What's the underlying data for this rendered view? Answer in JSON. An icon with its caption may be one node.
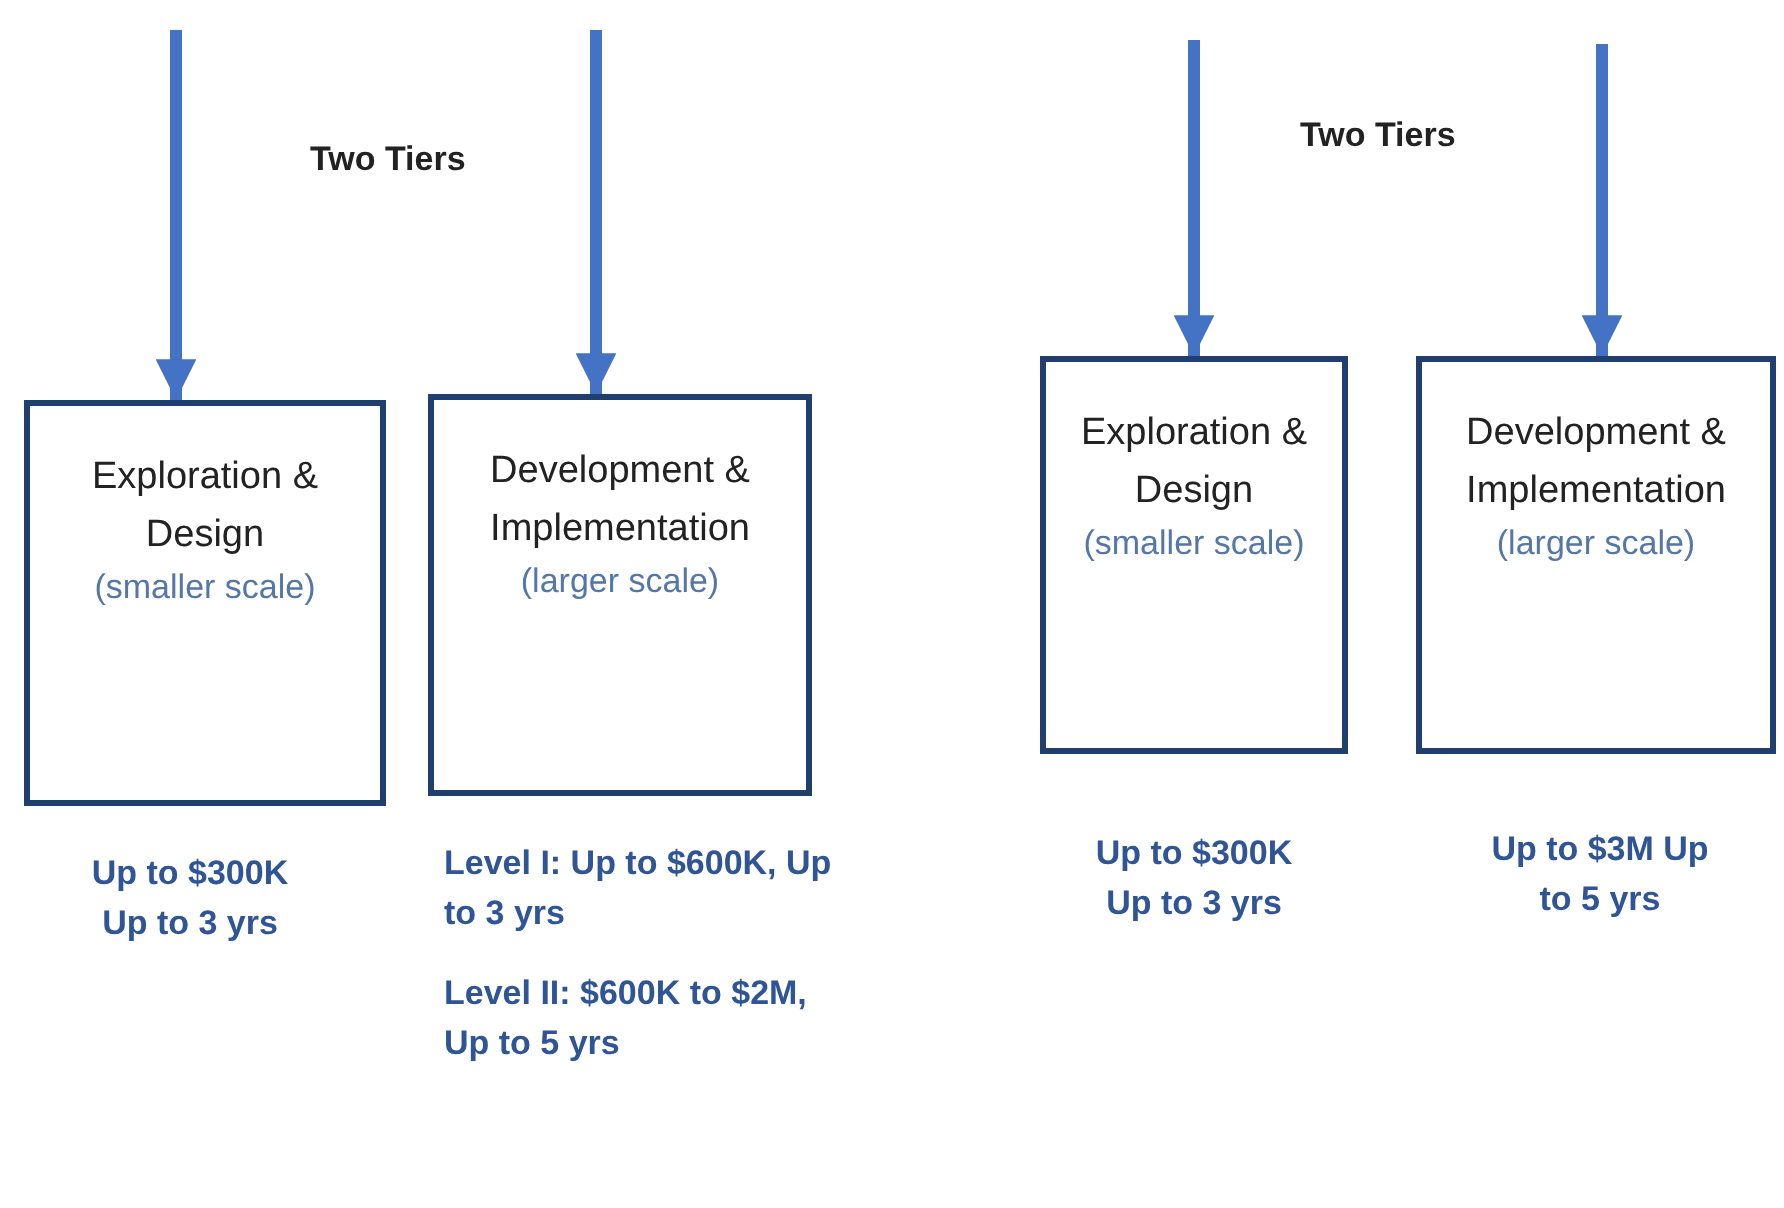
{
  "diagram": {
    "nodes": [
      {
        "text": [
          "Exploration & Design",
          "(smaller scale)"
        ],
        "beside": [
          "Up to $300K Up to 3 yrs"
        ]
      },
      {
        "text": [
          "Development & Implementation",
          "(larger scale)"
        ],
        "beside": [
          "Level I: Up to $600K, Up to 3 yrs",
          "Level II: $600K to $2M, Up to 5 yrs"
        ]
      },
      {
        "text": [
          "Exploration & Design",
          "(smaller scale)"
        ],
        "beside": [
          "Up to $300K Up to 3 yrs"
        ]
      },
      {
        "text": [
          "Development & Implementation",
          "(larger scale)"
        ],
        "beside": [
          "Up to $3M Up to 5 yrs"
        ]
      }
    ],
    "edges": [
      {
        "from": null,
        "to": 0,
        "arrow": "to"
      },
      {
        "from": null,
        "to": 1,
        "arrow": "to"
      },
      {
        "from": null,
        "to": 2,
        "arrow": "to"
      },
      {
        "from": null,
        "to": 3,
        "arrow": "to"
      }
    ],
    "labels": [
      "Two Tiers",
      "Two Tiers"
    ]
  }
}
